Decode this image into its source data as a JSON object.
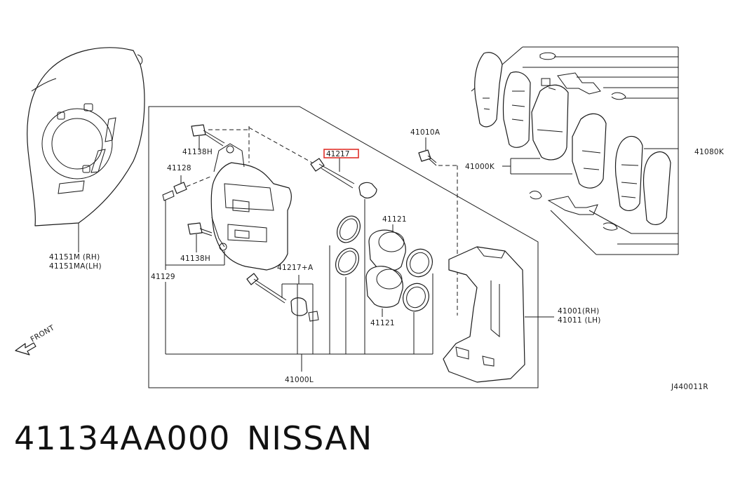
{
  "diagram": {
    "labels": {
      "shield": [
        "41151M  (RH)",
        "41151MA(LH)"
      ],
      "bolt_top": "41138H",
      "bleeder": "41128",
      "bolt_bottom": "41138H",
      "caliper_body": "41129",
      "pin_highlight": "41217",
      "pin_kit": "41217+A",
      "piston_top": "41121",
      "piston_bottom": "41121",
      "bolt_torque": "41010A",
      "pad_kit": "41000K",
      "pad_set": "41080K",
      "bracket": [
        "41001(RH)",
        "41011 (LH)"
      ],
      "caliper_assy": "41000L",
      "front": "FRONT",
      "ref_code": "J440011R"
    },
    "highlight_color": "#e0302a"
  },
  "footer": {
    "part_number": "41134AA000",
    "brand": "NISSAN"
  }
}
